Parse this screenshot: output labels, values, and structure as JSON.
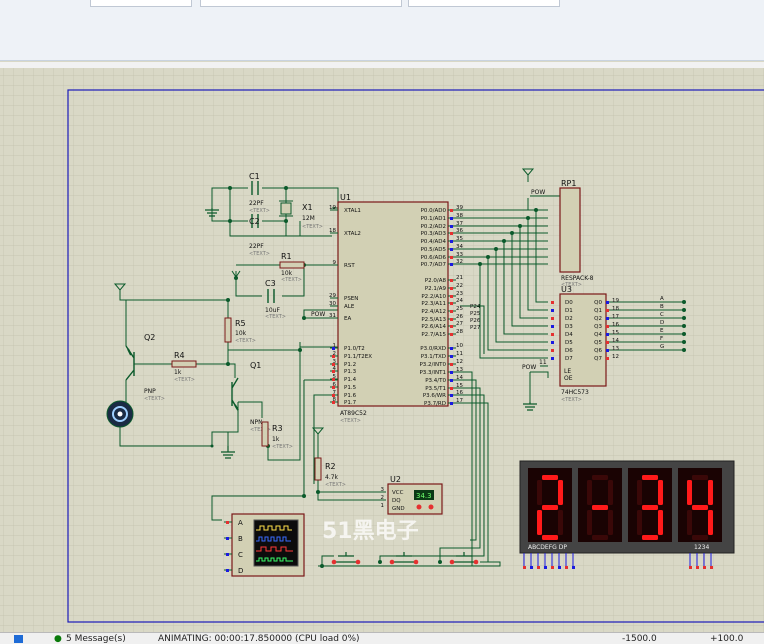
{
  "status": {
    "messages": "5 Message(s)",
    "animating": "ANIMATING: 00:00:17.850000 (CPU load 0%)",
    "coord_x": "-1500.0",
    "coord_y": "+100.0"
  },
  "components": {
    "c1": {
      "ref": "C1",
      "value": "22PF"
    },
    "c2": {
      "ref": "C2",
      "value": "22PF"
    },
    "c3": {
      "ref": "C3",
      "value": "10uF"
    },
    "x1": {
      "ref": "X1",
      "value": "12M"
    },
    "r1": {
      "ref": "R1",
      "value": "10k"
    },
    "r2": {
      "ref": "R2",
      "value": "4.7k"
    },
    "r3": {
      "ref": "R3",
      "value": "1k"
    },
    "r4": {
      "ref": "R4",
      "value": "1k"
    },
    "r5": {
      "ref": "R5",
      "value": "10k"
    },
    "q1": {
      "ref": "Q1",
      "value": "NPN"
    },
    "q2": {
      "ref": "Q2",
      "value": "PNP"
    },
    "u1": {
      "ref": "U1",
      "part": "AT89C52"
    },
    "u2": {
      "ref": "U2",
      "display": "34.3"
    },
    "u3": {
      "ref": "U3",
      "part": "74HC573"
    },
    "rp1": {
      "ref": "RP1",
      "part": "RESPACK-8"
    },
    "text_placeholder": "<TEXT>",
    "pow": "POW"
  },
  "u1_pins": {
    "left": [
      {
        "num": "19",
        "name": "XTAL1"
      },
      {
        "num": "18",
        "name": "XTAL2"
      },
      {
        "num": "9",
        "name": "RST"
      },
      {
        "num": "29",
        "name": "PSEN"
      },
      {
        "num": "30",
        "name": "ALE"
      },
      {
        "num": "31",
        "name": "EA"
      },
      {
        "num": "1",
        "name": "P1.0/T2"
      },
      {
        "num": "2",
        "name": "P1.1/T2EX"
      },
      {
        "num": "3",
        "name": "P1.2"
      },
      {
        "num": "4",
        "name": "P1.3"
      },
      {
        "num": "5",
        "name": "P1.4"
      },
      {
        "num": "6",
        "name": "P1.5"
      },
      {
        "num": "7",
        "name": "P1.6"
      },
      {
        "num": "8",
        "name": "P1.7"
      }
    ],
    "right": [
      {
        "num": "39",
        "name": "P0.0/AD0"
      },
      {
        "num": "38",
        "name": "P0.1/AD1"
      },
      {
        "num": "37",
        "name": "P0.2/AD2"
      },
      {
        "num": "36",
        "name": "P0.3/AD3"
      },
      {
        "num": "35",
        "name": "P0.4/AD4"
      },
      {
        "num": "34",
        "name": "P0.5/AD5"
      },
      {
        "num": "33",
        "name": "P0.6/AD6"
      },
      {
        "num": "32",
        "name": "P0.7/AD7"
      },
      {
        "num": "21",
        "name": "P2.0/A8"
      },
      {
        "num": "22",
        "name": "P2.1/A9"
      },
      {
        "num": "23",
        "name": "P2.2/A10"
      },
      {
        "num": "24",
        "name": "P2.3/A11"
      },
      {
        "num": "25",
        "name": "P2.4/A12"
      },
      {
        "num": "26",
        "name": "P2.5/A13"
      },
      {
        "num": "27",
        "name": "P2.6/A14"
      },
      {
        "num": "28",
        "name": "P2.7/A15"
      },
      {
        "num": "10",
        "name": "P3.0/RXD"
      },
      {
        "num": "11",
        "name": "P3.1/TXD"
      },
      {
        "num": "12",
        "name": "P3.2/INT0"
      },
      {
        "num": "13",
        "name": "P3.3/INT1"
      },
      {
        "num": "14",
        "name": "P3.4/T0"
      },
      {
        "num": "15",
        "name": "P3.5/T1"
      },
      {
        "num": "16",
        "name": "P3.6/WR"
      },
      {
        "num": "17",
        "name": "P3.7/RD"
      }
    ],
    "p2_labels": [
      "P24",
      "P25",
      "P26",
      "P27"
    ]
  },
  "u3_pins": {
    "d": [
      "D0",
      "D1",
      "D2",
      "D3",
      "D4",
      "D5",
      "D6",
      "D7"
    ],
    "q": [
      "Q0",
      "Q1",
      "Q2",
      "Q3",
      "Q4",
      "Q5",
      "Q6",
      "Q7"
    ],
    "qnum": [
      "19",
      "18",
      "17",
      "16",
      "15",
      "14",
      "13",
      "12"
    ],
    "le": "LE",
    "oe": "OE",
    "oe_num": "11"
  },
  "seg_labels": [
    "A",
    "B",
    "C",
    "D",
    "E",
    "F",
    "G"
  ],
  "u2_pins": [
    {
      "num": "3",
      "name": "VCC"
    },
    {
      "num": "2",
      "name": "DQ"
    },
    {
      "num": "1",
      "name": "GND"
    }
  ],
  "scope_channels": [
    "A",
    "B",
    "C",
    "D"
  ],
  "display": {
    "digits": "2-34",
    "left_label": "ABCDEFG  DP",
    "right_label": "1234"
  },
  "watermark": "51黑电子",
  "colors": {
    "wire": "#0b5a2b",
    "body": "#d2d0b4",
    "outline": "#7a1818",
    "segment": "#ff1a1a",
    "segment_bg": "#1a0303",
    "frame": "#1c1cb8"
  }
}
